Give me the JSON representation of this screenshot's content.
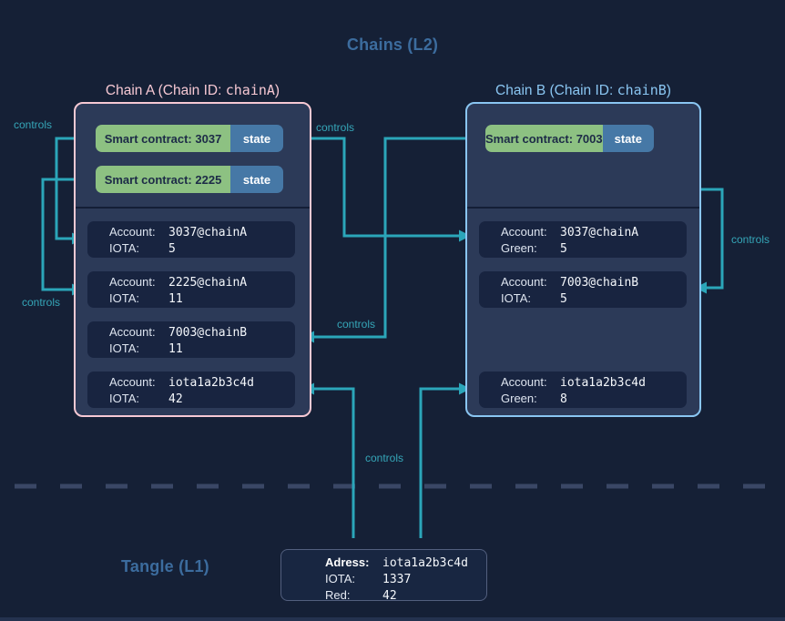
{
  "palette": {
    "background": "#152036",
    "panel_fill": "#2c3a58",
    "card_fill": "#182440",
    "chain_a_pink": "#f7c9d4",
    "chain_b_blue": "#8ac6f2",
    "contract_green": "#8dc182",
    "state_blue": "#4678a6",
    "connector_teal": "#35a6b8",
    "heading_blue": "#3c6c9e",
    "dash_gray": "#3a4766"
  },
  "titles": {
    "layer2": "Chains (L2)",
    "layer1": "Tangle (L1)"
  },
  "labels": {
    "controls": "controls"
  },
  "chainA": {
    "title_prefix": "Chain A (Chain ID: ",
    "chain_id": "chainA",
    "title_suffix": ")",
    "contracts": [
      {
        "label": "Smart contract: 3037",
        "state_label": "state"
      },
      {
        "label": "Smart contract: 2225",
        "state_label": "state"
      }
    ],
    "accounts": [
      {
        "account_label": "Account:",
        "account_value": "3037@chainA",
        "balance_label": "IOTA:",
        "balance_value": "5"
      },
      {
        "account_label": "Account:",
        "account_value": "2225@chainA",
        "balance_label": "IOTA:",
        "balance_value": "11"
      },
      {
        "account_label": "Account:",
        "account_value": "7003@chainB",
        "balance_label": "IOTA:",
        "balance_value": "11"
      },
      {
        "account_label": "Account:",
        "account_value": "iota1a2b3c4d",
        "balance_label": "IOTA:",
        "balance_value": "42"
      }
    ]
  },
  "chainB": {
    "title_prefix": "Chain B (Chain ID: ",
    "chain_id": "chainB",
    "title_suffix": ")",
    "contracts": [
      {
        "label": "Smart contract: 7003",
        "state_label": "state"
      }
    ],
    "accounts": [
      {
        "account_label": "Account:",
        "account_value": "3037@chainA",
        "balance_label": "Green:",
        "balance_value": "5"
      },
      {
        "account_label": "Account:",
        "account_value": "7003@chainB",
        "balance_label": "IOTA:",
        "balance_value": "5"
      },
      {
        "account_label": "Account:",
        "account_value": "iota1a2b3c4d",
        "balance_label": "Green:",
        "balance_value": "8"
      }
    ]
  },
  "l1_box": {
    "rows": [
      {
        "label": "Adress:",
        "value": "iota1a2b3c4d"
      },
      {
        "label": "IOTA:",
        "value": "1337"
      },
      {
        "label": "Red:",
        "value": "42"
      }
    ]
  }
}
